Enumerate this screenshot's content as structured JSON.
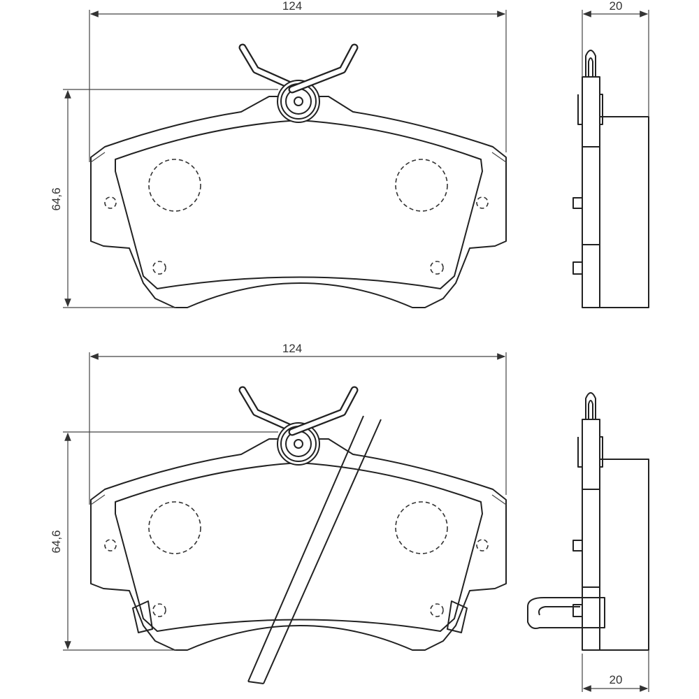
{
  "drawings": [
    {
      "name": "top-view-1",
      "width_label": "124",
      "height_label": "64,6",
      "thickness_label": "20"
    },
    {
      "name": "top-view-2",
      "width_label": "124",
      "height_label": "64,6",
      "thickness_label": "20"
    }
  ],
  "colors": {
    "line": "#222222",
    "background": "#ffffff"
  }
}
